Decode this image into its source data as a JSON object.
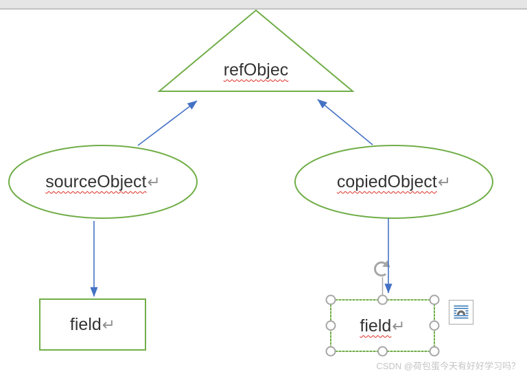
{
  "colors": {
    "shape_green": "#70AD47",
    "arrow_blue": "#4472C4",
    "handle_gray": "#A6A6A6",
    "icon_line_blue": "#2E74B5",
    "icon_arch_gray": "#6F6F6F",
    "text_dark": "#333333",
    "return_gray": "#8F8F8F",
    "squiggle_red": "#E02B20",
    "watermark_gray": "#C4C4C4",
    "topbar_gray": "#E5E5E5",
    "topbar_line": "#C2C2C2"
  },
  "nodes": {
    "ref_triangle": {
      "label": "refObjec"
    },
    "source_ellipse": {
      "label": "sourceObject",
      "return_mark": "↵"
    },
    "copied_ellipse": {
      "label": "copiedObject",
      "return_mark": "↵"
    },
    "field_left": {
      "label": "field",
      "return_mark": "↵"
    },
    "field_selected": {
      "label": "field",
      "return_mark": "↵"
    }
  },
  "icons": {
    "rotate_handle": "circular-arrow",
    "layout_options": "text-wrap-tight"
  },
  "watermark": {
    "text": "CSDN @荷包蛋今天有好好学习吗？"
  }
}
